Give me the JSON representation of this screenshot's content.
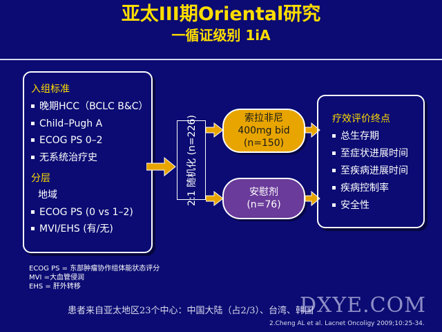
{
  "title": {
    "line1": "亚太III期Oriental研究",
    "line2": "一循证级别 1iA"
  },
  "inclusion": {
    "heading": "入组标准",
    "items": [
      "晚期HCC（BCLC B&C）",
      "Child–Pugh A",
      "ECOG PS 0–2",
      "无系统治疗史"
    ]
  },
  "stratification": {
    "heading": "分层",
    "items": [
      "地域",
      "ECOG PS (0 vs 1–2)",
      "MVI/EHS (有/无)"
    ]
  },
  "randomization": {
    "label": "2:1 随机化 (n=226)"
  },
  "arms": {
    "sorafenib": {
      "line1": "索拉非尼",
      "line2": "400mg bid",
      "line3": "(n=150)"
    },
    "placebo": {
      "line1": "安慰剂",
      "line2": "(n=76)"
    }
  },
  "endpoints": {
    "heading": "疗效评价终点",
    "items": [
      "总生存期",
      "至症状进展时间",
      "至疾病进展时间",
      "疾病控制率",
      "安全性"
    ]
  },
  "footnotes": [
    "ECOG PS = 东部肿瘤协作组体能状态评分",
    "MVI =大血管侵润",
    "EHS = 肝外转移"
  ],
  "footer_text": "患者来自亚太地区23个中心：中国大陆（占2/3）、台湾、韩国",
  "watermark": "DXYE.COM",
  "citation": "2.Cheng AL et al. Lacnet Oncoligy 2009;10:25-34.",
  "colors": {
    "background": "#0b0b73",
    "title": "#ffdd00",
    "sorafenib_arm": "#e8a500",
    "placebo_arm": "#6a3b9a"
  }
}
